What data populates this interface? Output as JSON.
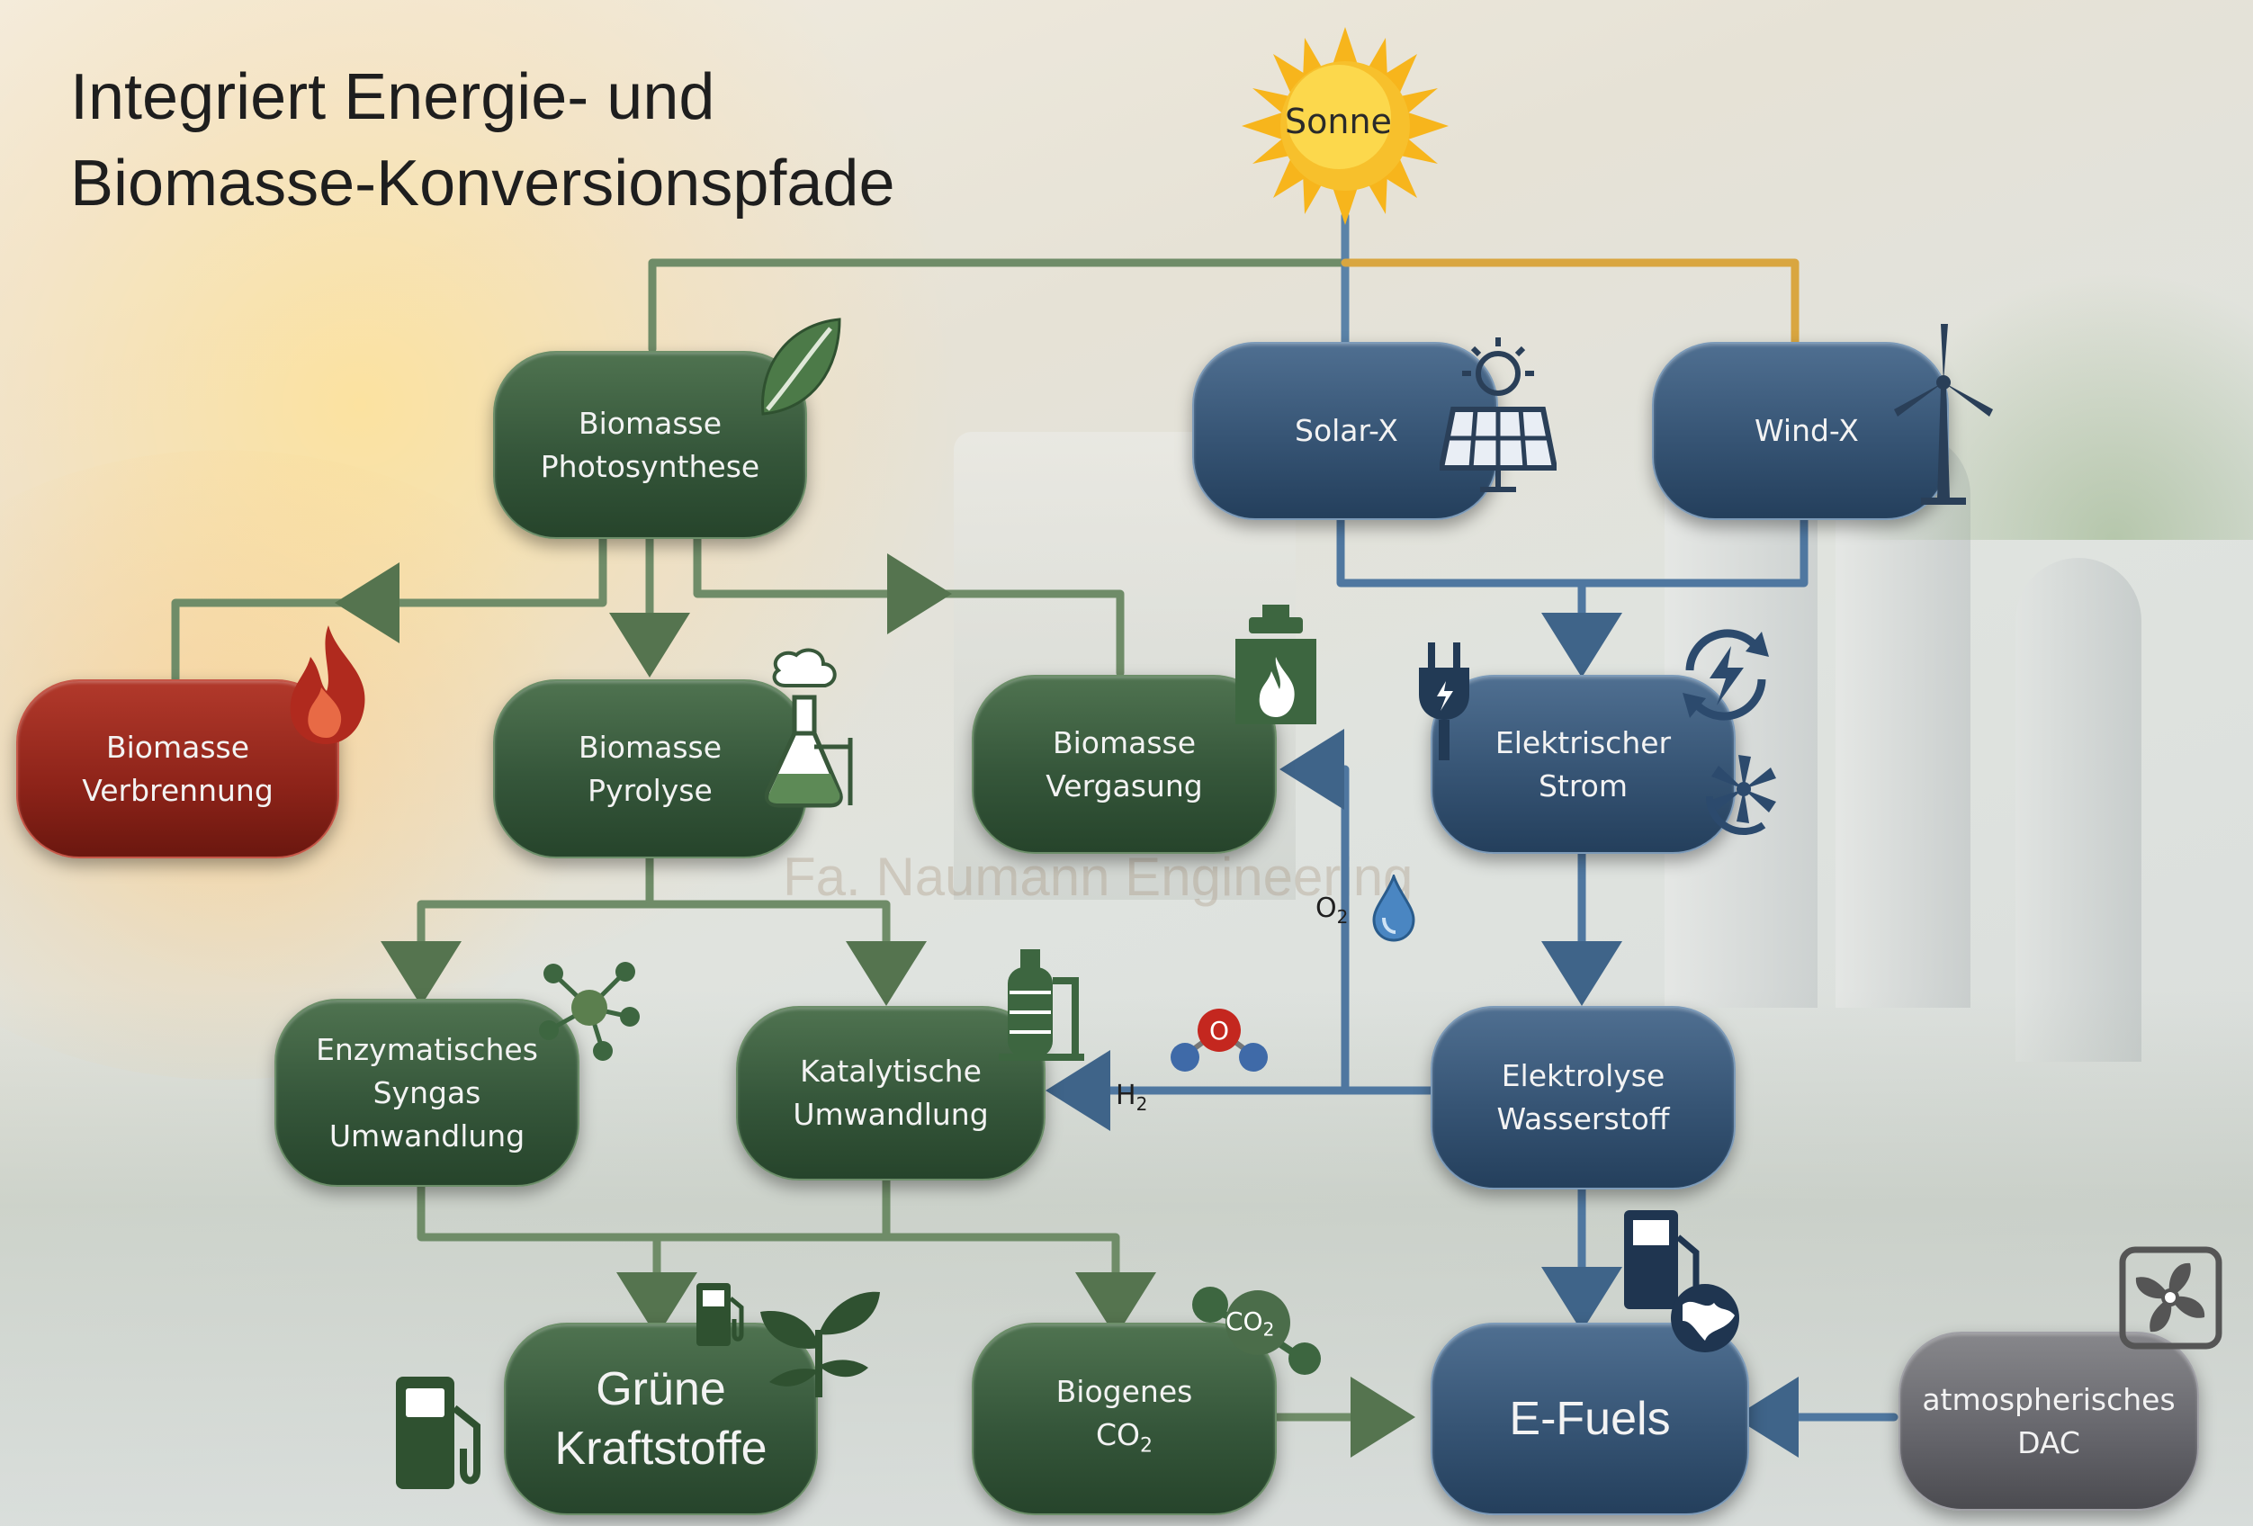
{
  "title_line1": "Integriert Energie- und",
  "title_line2": "Biomasse-Konversionspfade",
  "watermark": "Fa. Naumann Engineering",
  "nodes": {
    "sun": "Sonne",
    "photosynthese": "Biomasse\nPhotosynthese",
    "solar": "Solar-X",
    "wind": "Wind-X",
    "verbrennung": "Biomasse\nVerbrennung",
    "pyrolyse": "Biomasse\nPyrolyse",
    "vergasung": "Biomasse\nVergasung",
    "strom": "Elektrischer\nStrom",
    "enzym": "Enzymatisches\nSyngas\nUmwandlung",
    "katalyt": "Katalytische\nUmwandlung",
    "elektrolyse": "Elektrolyse\nWasserstoff",
    "gruene": "Grüne\nKraftstoffe",
    "biogen_line1": "Biogenes",
    "biogen_co2": "CO",
    "efuels": "E-Fuels",
    "dac": "atmospherisches\nDAC"
  },
  "labels": {
    "o2": "O",
    "o2_sub": "2",
    "h2": "H",
    "h2_sub": "2",
    "co2_badge": "CO",
    "co2_badge_sub": "2",
    "biogen_sub": "2"
  },
  "colors": {
    "green": "#35563a",
    "blue": "#365474",
    "red": "#8d2319",
    "grey": "#64646a",
    "sun": "#f4b000",
    "line_green": "#5e7d5a",
    "line_blue": "#4a6f96",
    "line_gold": "#d9a640"
  },
  "icons": [
    "sun-icon",
    "leaf-icon",
    "solar-panel-icon",
    "wind-turbine-icon",
    "flame-icon",
    "flask-icon",
    "gasifier-icon",
    "plug-icon",
    "lightning-cycle-icon",
    "turbine-icon",
    "water-drop-icon",
    "molecule-network-icon",
    "reactor-icon",
    "water-molecule-icon",
    "fuel-pump-icon",
    "sprout-icon",
    "co2-molecule-icon",
    "fuel-pump-globe-icon",
    "fan-icon"
  ]
}
